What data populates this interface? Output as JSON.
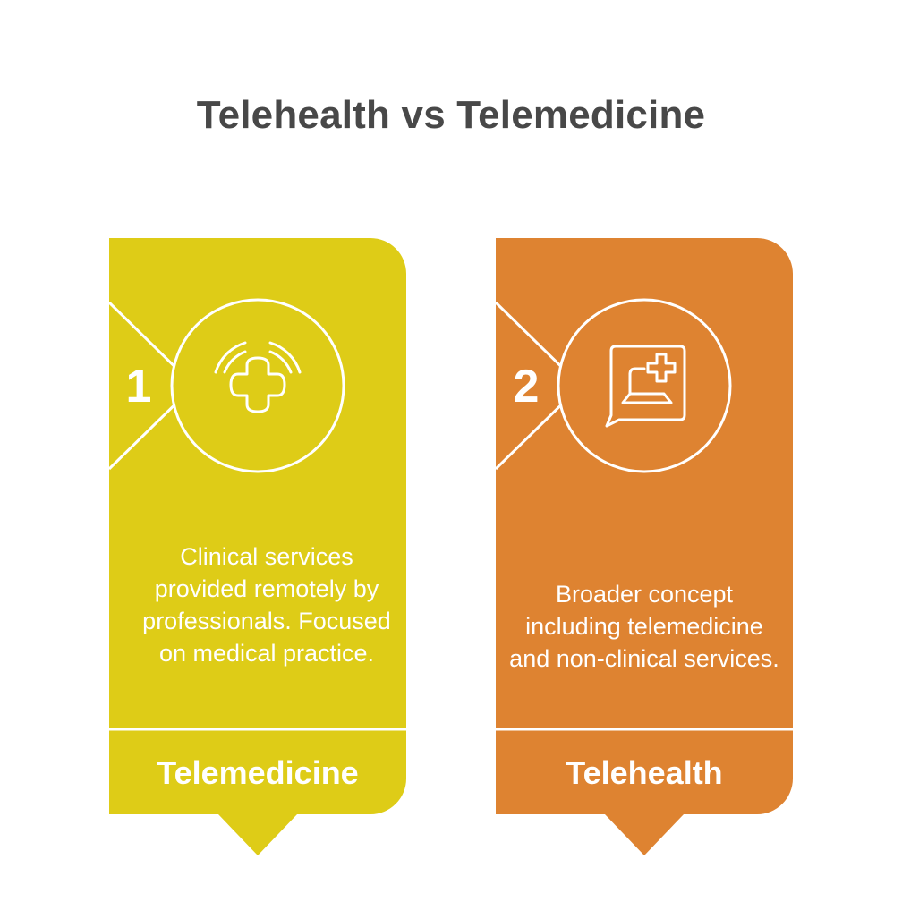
{
  "title": "Telehealth vs Telemedicine",
  "cards": [
    {
      "number": "1",
      "icon": "medical-cross-signal-icon",
      "color": "#DECC17",
      "description": "Clinical services provided remotely by professionals. Focused on medical practice.",
      "label": "Telemedicine"
    },
    {
      "number": "2",
      "icon": "telehealth-chat-icon",
      "color": "#DE8331",
      "description": "Broader concept including telemedicine and non-clinical services.",
      "label": "Telehealth"
    }
  ]
}
